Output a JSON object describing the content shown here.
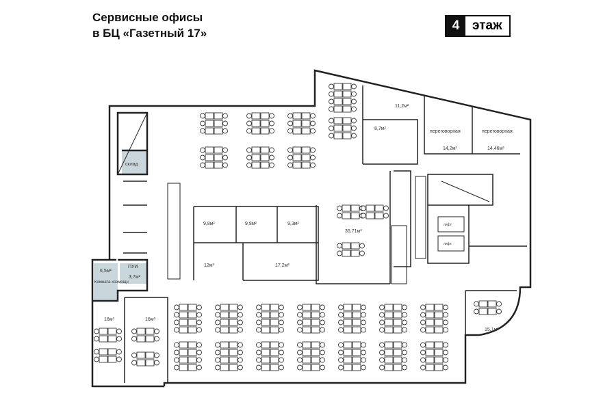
{
  "header": {
    "title_line1": "Сервисные офисы",
    "title_line2": "в БЦ «Газетный 17»",
    "floor_number": "4",
    "floor_label": "этаж"
  },
  "rooms": {
    "r11_2": "11,2м²",
    "r8_7": "8,7м²",
    "r14_2": "14,2м²",
    "r14_46": "14,46м²",
    "meeting1": "переговорная",
    "meeting2": "переговорная",
    "r9_8a": "9,8м²",
    "r9_8b": "9,8м²",
    "r9_3": "9,3м²",
    "r12": "12м²",
    "r17_2": "17,2м²",
    "r35_71": "35,71м²",
    "storage": "склад",
    "pui": "ПУИ",
    "pui_area": "3,7м²",
    "cleaning_area": "6,5м²",
    "cleaning": "Комната хозмощн",
    "r16a": "16м²",
    "r16b": "16м²",
    "r15_1": "15,1м²",
    "lift1": "лифт",
    "lift2": "лифт"
  },
  "colors": {
    "wall": "#222222",
    "service_fill": "#c9d6dc"
  }
}
